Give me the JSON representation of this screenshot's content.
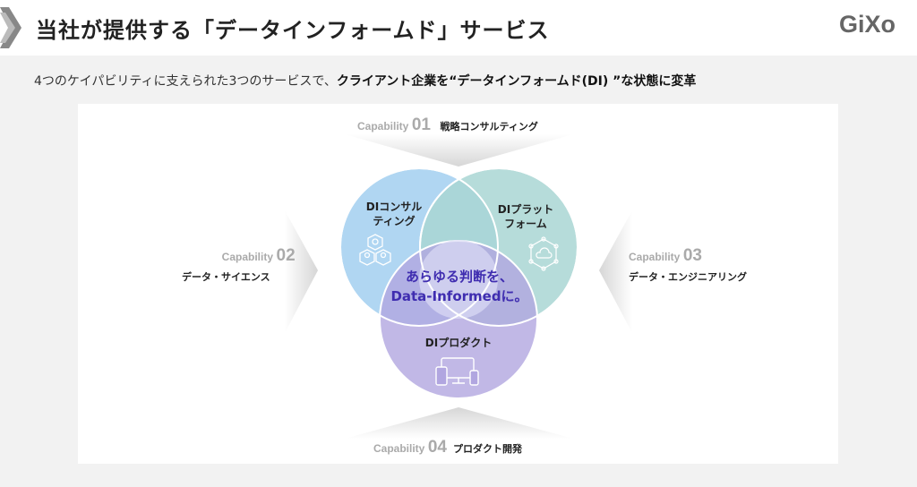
{
  "header": {
    "title": "当社が提供する「データインフォームド」サービス",
    "logo": "GiXo"
  },
  "subtitle": {
    "plain": "4つのケイパビリティに支えられた3つのサービスで、",
    "bold": "クライアント企業を“データインフォームド(DI) ”な状態に変革"
  },
  "capabilities": [
    {
      "prefix": "Capability",
      "number": "01",
      "label": "戦略コンサルティング"
    },
    {
      "prefix": "Capability",
      "number": "02",
      "label": "データ・サイエンス"
    },
    {
      "prefix": "Capability",
      "number": "03",
      "label": "データ・エンジニアリング"
    },
    {
      "prefix": "Capability",
      "number": "04",
      "label": "プロダクト開発"
    }
  ],
  "services": [
    {
      "line1": "DIコンサル",
      "line2": "ティング",
      "icon": "team-hexagon-icon",
      "color": "#b0d6f2"
    },
    {
      "line1": "DIプラット",
      "line2": "フォーム",
      "icon": "cloud-network-icon",
      "color": "#a9d6d4"
    },
    {
      "line1": "DIプロダクト",
      "line2": "",
      "icon": "devices-icon",
      "color": "#b1a6e0"
    }
  ],
  "center": {
    "line1": "あらゆる判断を、",
    "line2": "Data-Informedに。",
    "color": "#3f2db0"
  }
}
